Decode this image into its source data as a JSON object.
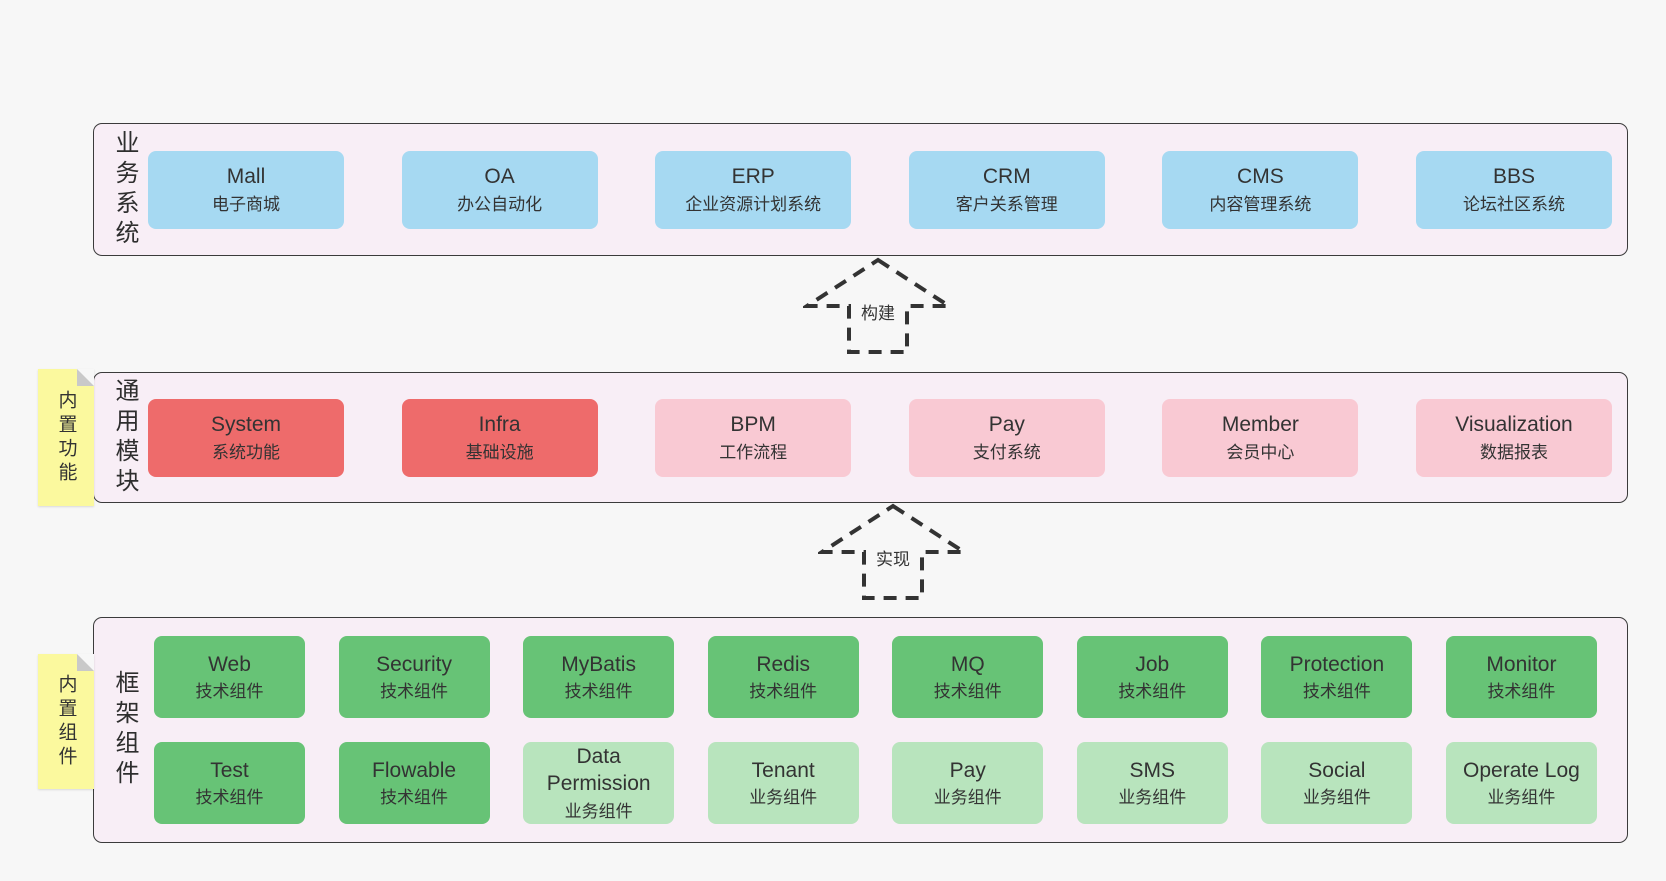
{
  "colors": {
    "c-page-bg": "#f7f7f7",
    "c-panel-bg": "#f8eef6",
    "c-panel-border": "#3b3b3b",
    "c-blue": "#a6d9f2",
    "c-red": "#ee6b6b",
    "c-pink": "#f9c9d3",
    "c-green": "#67c376",
    "c-green-light": "#b8e4bd",
    "c-sticky": "#fbf99e",
    "c-sticky-fold": "#c9c9c9",
    "c-text": "#333333",
    "c-arrow": "#333333"
  },
  "arrows": [
    {
      "label": "构建"
    },
    {
      "label": "实现"
    }
  ],
  "layers": [
    {
      "label": "业务系统",
      "boxes": [
        {
          "name": "Mall",
          "subtitle": "电子商城",
          "variant": "blue"
        },
        {
          "name": "OA",
          "subtitle": "办公自动化",
          "variant": "blue"
        },
        {
          "name": "ERP",
          "subtitle": "企业资源计划系统",
          "variant": "blue"
        },
        {
          "name": "CRM",
          "subtitle": "客户关系管理",
          "variant": "blue"
        },
        {
          "name": "CMS",
          "subtitle": "内容管理系统",
          "variant": "blue"
        },
        {
          "name": "BBS",
          "subtitle": "论坛社区系统",
          "variant": "blue"
        }
      ]
    },
    {
      "label": "通用模块",
      "sticky": "内置功能",
      "boxes": [
        {
          "name": "System",
          "subtitle": "系统功能",
          "variant": "red"
        },
        {
          "name": "Infra",
          "subtitle": "基础设施",
          "variant": "red"
        },
        {
          "name": "BPM",
          "subtitle": "工作流程",
          "variant": "pink"
        },
        {
          "name": "Pay",
          "subtitle": "支付系统",
          "variant": "pink"
        },
        {
          "name": "Member",
          "subtitle": "会员中心",
          "variant": "pink"
        },
        {
          "name": "Visualization",
          "subtitle": "数据报表",
          "variant": "pink"
        }
      ]
    },
    {
      "label": "框架组件",
      "sticky": "内置组件",
      "rows": [
        [
          {
            "name": "Web",
            "subtitle": "技术组件",
            "variant": "green"
          },
          {
            "name": "Security",
            "subtitle": "技术组件",
            "variant": "green"
          },
          {
            "name": "MyBatis",
            "subtitle": "技术组件",
            "variant": "green"
          },
          {
            "name": "Redis",
            "subtitle": "技术组件",
            "variant": "green"
          },
          {
            "name": "MQ",
            "subtitle": "技术组件",
            "variant": "green"
          },
          {
            "name": "Job",
            "subtitle": "技术组件",
            "variant": "green"
          },
          {
            "name": "Protection",
            "subtitle": "技术组件",
            "variant": "green"
          },
          {
            "name": "Monitor",
            "subtitle": "技术组件",
            "variant": "green"
          }
        ],
        [
          {
            "name": "Test",
            "subtitle": "技术组件",
            "variant": "green"
          },
          {
            "name": "Flowable",
            "subtitle": "技术组件",
            "variant": "green"
          },
          {
            "name": "Data Permission",
            "subtitle": "业务组件",
            "variant": "green-light"
          },
          {
            "name": "Tenant",
            "subtitle": "业务组件",
            "variant": "green-light"
          },
          {
            "name": "Pay",
            "subtitle": "业务组件",
            "variant": "green-light"
          },
          {
            "name": "SMS",
            "subtitle": "业务组件",
            "variant": "green-light"
          },
          {
            "name": "Social",
            "subtitle": "业务组件",
            "variant": "green-light"
          },
          {
            "name": "Operate Log",
            "subtitle": "业务组件",
            "variant": "green-light"
          }
        ]
      ]
    }
  ]
}
